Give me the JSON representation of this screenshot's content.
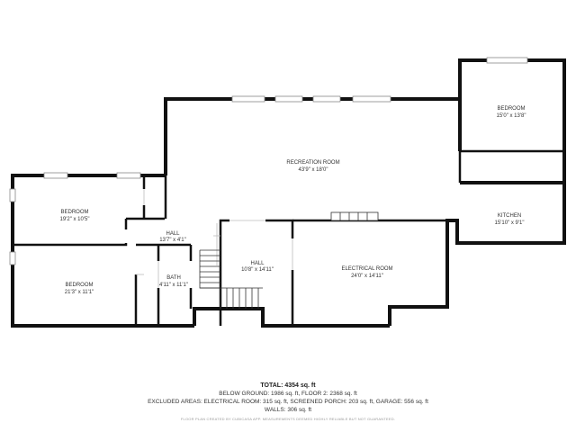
{
  "rooms": {
    "bedroom_ne": {
      "name": "BEDROOM",
      "dims": "15'0\" x 13'8\""
    },
    "recreation": {
      "name": "RECREATION ROOM",
      "dims": "43'9\" x 18'0\""
    },
    "bedroom_w": {
      "name": "BEDROOM",
      "dims": "19'2\" x 10'5\""
    },
    "kitchen": {
      "name": "KITCHEN",
      "dims": "15'10\" x 9'1\""
    },
    "hall_1": {
      "name": "HALL",
      "dims": "13'7\" x 4'1\""
    },
    "hall_2": {
      "name": "HALL",
      "dims": "10'8\" x 14'11\""
    },
    "electrical": {
      "name": "ELECTRICAL ROOM",
      "dims": "24'0\" x 14'11\""
    },
    "bath": {
      "name": "BATH",
      "dims": "4'11\" x 11'1\""
    },
    "bedroom_sw": {
      "name": "BEDROOM",
      "dims": "21'3\" x 11'1\""
    }
  },
  "summary": {
    "total": "TOTAL: 4354 sq. ft",
    "line1": "BELOW GROUND: 1986 sq. ft, FLOOR 2: 2368 sq. ft",
    "line2": "EXCLUDED AREAS: ELECTRICAL ROOM: 315 sq. ft, SCREENED PORCH: 203 sq. ft, GARAGE: 556 sq. ft",
    "line3": "WALLS: 306 sq. ft",
    "disclaimer": "FLOOR PLAN CREATED BY CUBICASA APP. MEASUREMENTS DEEMED HIGHLY RELIABLE BUT NOT GUARANTEED."
  },
  "colors": {
    "wall": "#111111",
    "window": "#c8c8c8",
    "interior_line": "#bbbbbb",
    "background": "#ffffff"
  }
}
